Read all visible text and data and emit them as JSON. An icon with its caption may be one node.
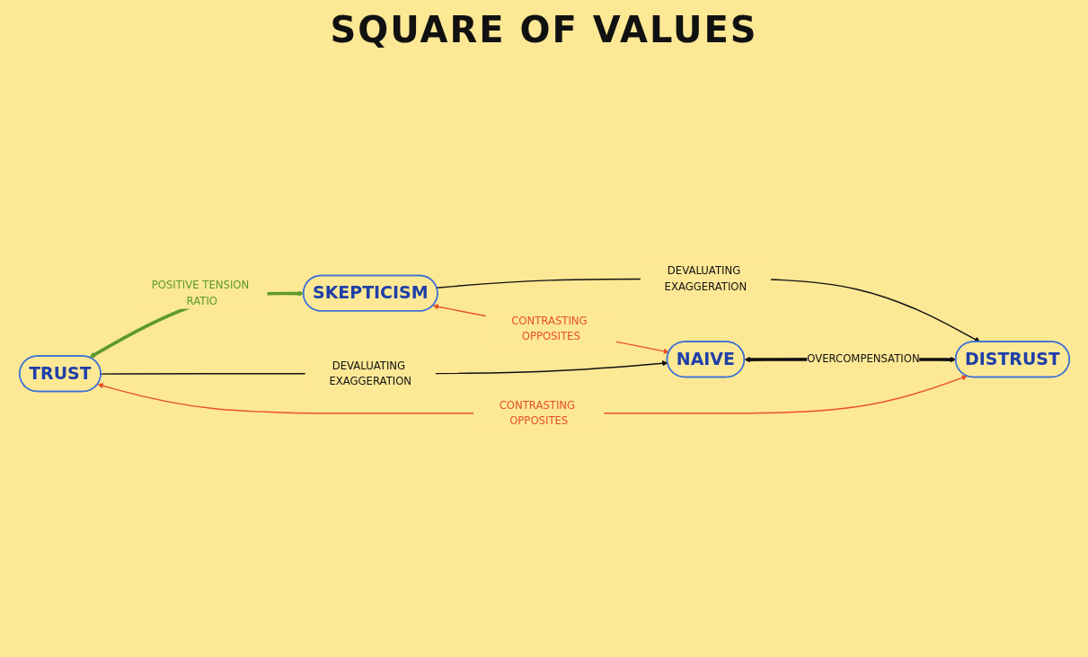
{
  "diagram": {
    "title": "SQUARE OF VALUES",
    "nodes": [
      {
        "text": [
          "TRUST"
        ]
      },
      {
        "text": [
          "SKEPTICISM"
        ]
      },
      {
        "text": [
          "NAIVE"
        ]
      },
      {
        "text": [
          "DISTRUST"
        ]
      }
    ],
    "edges": [
      {
        "from": 0,
        "to": 1,
        "arrow": "both",
        "label": "POSITIVE TENSION RATIO",
        "style": "thick",
        "color": "#5c9a2c"
      },
      {
        "from": 0,
        "to": 2,
        "arrow": "to",
        "label": "DEVALUATING EXAGGERATION"
      },
      {
        "from": 1,
        "to": 3,
        "arrow": "to",
        "label": "DEVALUATING EXAGGERATION"
      },
      {
        "from": 2,
        "to": 3,
        "arrow": "both",
        "label": "OVERCOMPENSATION",
        "style": "thick"
      },
      {
        "from": 0,
        "to": 3,
        "arrow": "both",
        "label": "CONTRASTING OPPOSITES",
        "color": "#e8502a"
      },
      {
        "from": 1,
        "to": 2,
        "arrow": "both",
        "label": "CONTRASTING OPPOSITES",
        "color": "#e8502a"
      }
    ]
  }
}
